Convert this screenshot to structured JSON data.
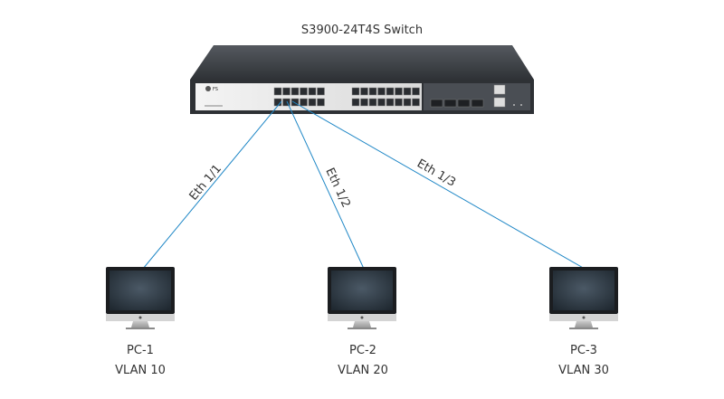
{
  "switch": {
    "model_label": "S3900-24T4S Switch",
    "brand": "FS"
  },
  "links": [
    {
      "label": "Eth 1/1"
    },
    {
      "label": "Eth 1/2"
    },
    {
      "label": "Eth 1/3"
    }
  ],
  "pcs": [
    {
      "name": "PC-1",
      "vlan": "VLAN 10"
    },
    {
      "name": "PC-2",
      "vlan": "VLAN 20"
    },
    {
      "name": "PC-3",
      "vlan": "VLAN 30"
    }
  ],
  "colors": {
    "link": "#1f87c6",
    "switch_body": "#3a3d42",
    "switch_panel": "#e6e6e6",
    "screen": "#2b3640"
  }
}
